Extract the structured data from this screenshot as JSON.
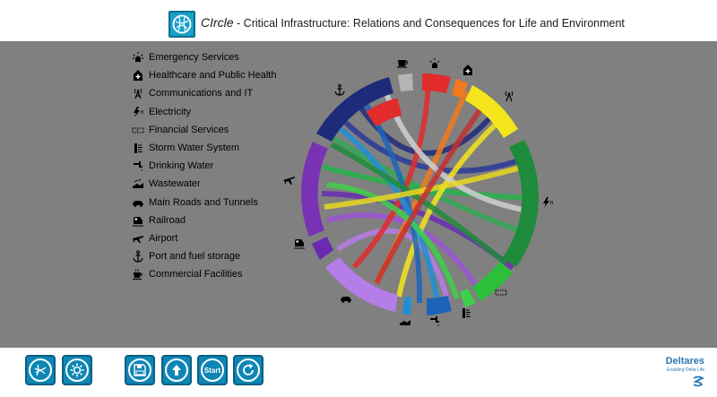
{
  "header": {
    "brand": "CIrcle",
    "title": " - Critical Infrastructure: Relations and Consequences for Life and Environment",
    "logo_icon": "circle-network-icon"
  },
  "legend": {
    "items": [
      {
        "label": "Emergency Services",
        "icon": "siren-icon",
        "color": "#e22b2b"
      },
      {
        "label": "Healthcare and Public Health",
        "icon": "hospital-icon",
        "color": "#f07a1e"
      },
      {
        "label": "Communications and IT",
        "icon": "antenna-icon",
        "color": "#f5e51c"
      },
      {
        "label": "Electricity",
        "icon": "electricity-icon",
        "color": "#1e8c3a"
      },
      {
        "label": "Financial Services",
        "icon": "money-icon",
        "color": "#2bbf3a"
      },
      {
        "label": "Storm Water System",
        "icon": "storm-water-icon",
        "color": "#3fd04a"
      },
      {
        "label": "Drinking Water",
        "icon": "tap-icon",
        "color": "#1d64b8"
      },
      {
        "label": "Wastewater",
        "icon": "wastewater-icon",
        "color": "#1e8fd6"
      },
      {
        "label": "Main Roads and Tunnels",
        "icon": "car-icon",
        "color": "#b57de8"
      },
      {
        "label": "Railroad",
        "icon": "train-icon",
        "color": "#6a2bb0"
      },
      {
        "label": "Airport",
        "icon": "plane-icon",
        "color": "#7a32b5"
      },
      {
        "label": "Port and fuel storage",
        "icon": "anchor-icon",
        "color": "#1e2a7a"
      },
      {
        "label": "Commercial Facilities",
        "icon": "coffee-icon",
        "color": "#b4b4b4"
      }
    ]
  },
  "footer": {
    "buttons": [
      {
        "name": "reset-network-button",
        "icon": "network-icon",
        "label": ""
      },
      {
        "name": "settings-button",
        "icon": "gear-icon",
        "label": ""
      },
      {
        "name": "save-button",
        "icon": "save-icon",
        "label": ""
      },
      {
        "name": "up-button",
        "icon": "arrow-up-icon",
        "label": ""
      },
      {
        "name": "start-button",
        "icon": "start-icon",
        "label": "Start"
      },
      {
        "name": "refresh-button",
        "icon": "refresh-icon",
        "label": ""
      }
    ],
    "company": "Deltares",
    "tagline": "Enabling Delta Life"
  }
}
